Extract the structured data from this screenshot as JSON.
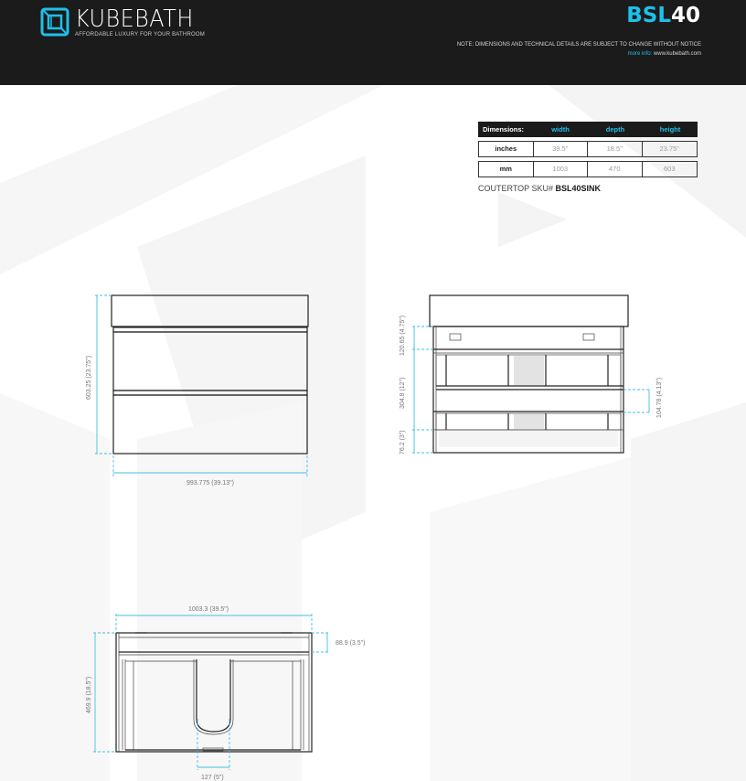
{
  "header": {
    "brand": "KUBEBATH",
    "tagline": "AFFORDABLE LUXURY FOR YOUR BATHROOM",
    "model_prefix": "BSL",
    "model_number": "40",
    "note": "NOTE: DIMENSIONS AND TECHNICAL DETAILS ARE SUBJECT TO CHANGE WITHOUT NOTICE",
    "more_info_label": "more info:",
    "website": "www.kubebath.com"
  },
  "colors": {
    "accent": "#1ec0ea",
    "header_bg": "#1b1b1b",
    "dimension_line": "#3fc1e6"
  },
  "dimensions_table": {
    "header": [
      "Dimensions:",
      "width",
      "depth",
      "height"
    ],
    "rows": [
      {
        "unit": "inches",
        "width": "39.5\"",
        "depth": "18.5\"",
        "height": "23.75\""
      },
      {
        "unit": "mm",
        "width": "1003",
        "depth": "470",
        "height": "603"
      }
    ]
  },
  "countertop": {
    "label": "COUTERTOP SKU#",
    "sku": "BSL40SINK"
  },
  "front_view": {
    "height_label": "603.25 (23.75\")",
    "width_label": "993.775 (39.13\")"
  },
  "interior_view": {
    "top_gap_label": "120.65 (4.75\")",
    "drawer_label": "304.8 (12\")",
    "base_label": "76.2 (3\")",
    "drawer_gap_label": "104.78 (4.13\")"
  },
  "top_view": {
    "width_label": "1003.3 (39.5\")",
    "depth_label": "469.9 (18.5\")",
    "front_rail_label": "88.9 (3.5\")",
    "cutout_label": "127 (5\")"
  }
}
